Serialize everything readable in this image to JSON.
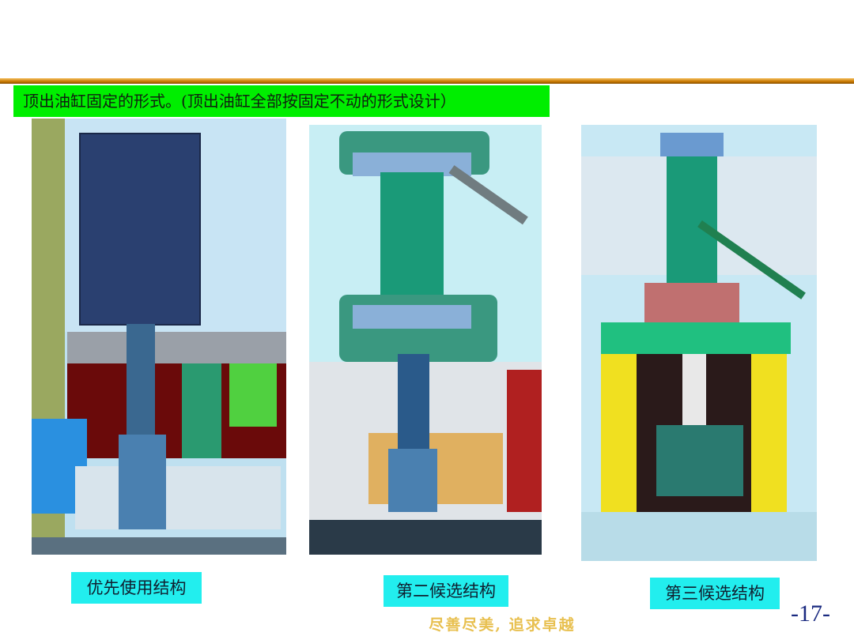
{
  "banner": {
    "text": "顶出油缸固定的形式。(顶出油缸全部按固定不动的形式设计）"
  },
  "figures": [
    {
      "caption": "优先使用结构"
    },
    {
      "caption": "第二候选结构"
    },
    {
      "caption": "第三候选结构"
    }
  ],
  "footer": {
    "motto": "尽善尽美, 追求卓越",
    "page_number": "-17-"
  },
  "colors": {
    "banner": "#00ee00",
    "caption_bg": "#22eeee",
    "rule": "#c87800"
  }
}
